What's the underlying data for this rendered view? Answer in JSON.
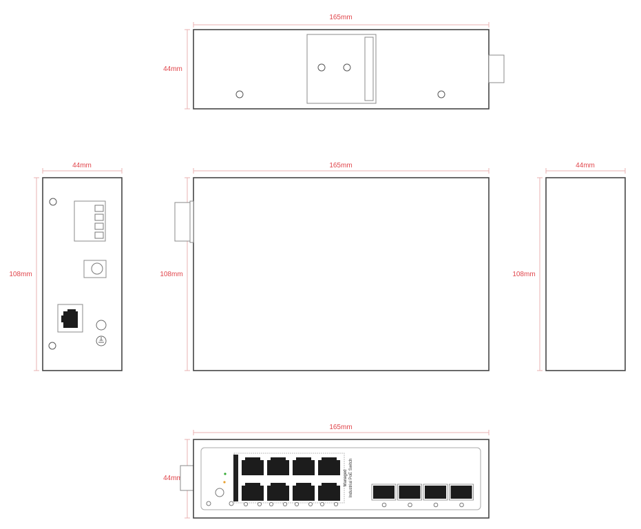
{
  "dimensions": {
    "length": "165mm",
    "width": "44mm",
    "height": "108mm"
  },
  "front_panel": {
    "product_line1": "Managed",
    "product_line2": "Industrial PoE Switch",
    "rj45_port_count": 8,
    "sfp_port_count": 4
  },
  "colors": {
    "dimension": "#e0444a",
    "outline": "#444444",
    "port": "#1c1c1c"
  }
}
